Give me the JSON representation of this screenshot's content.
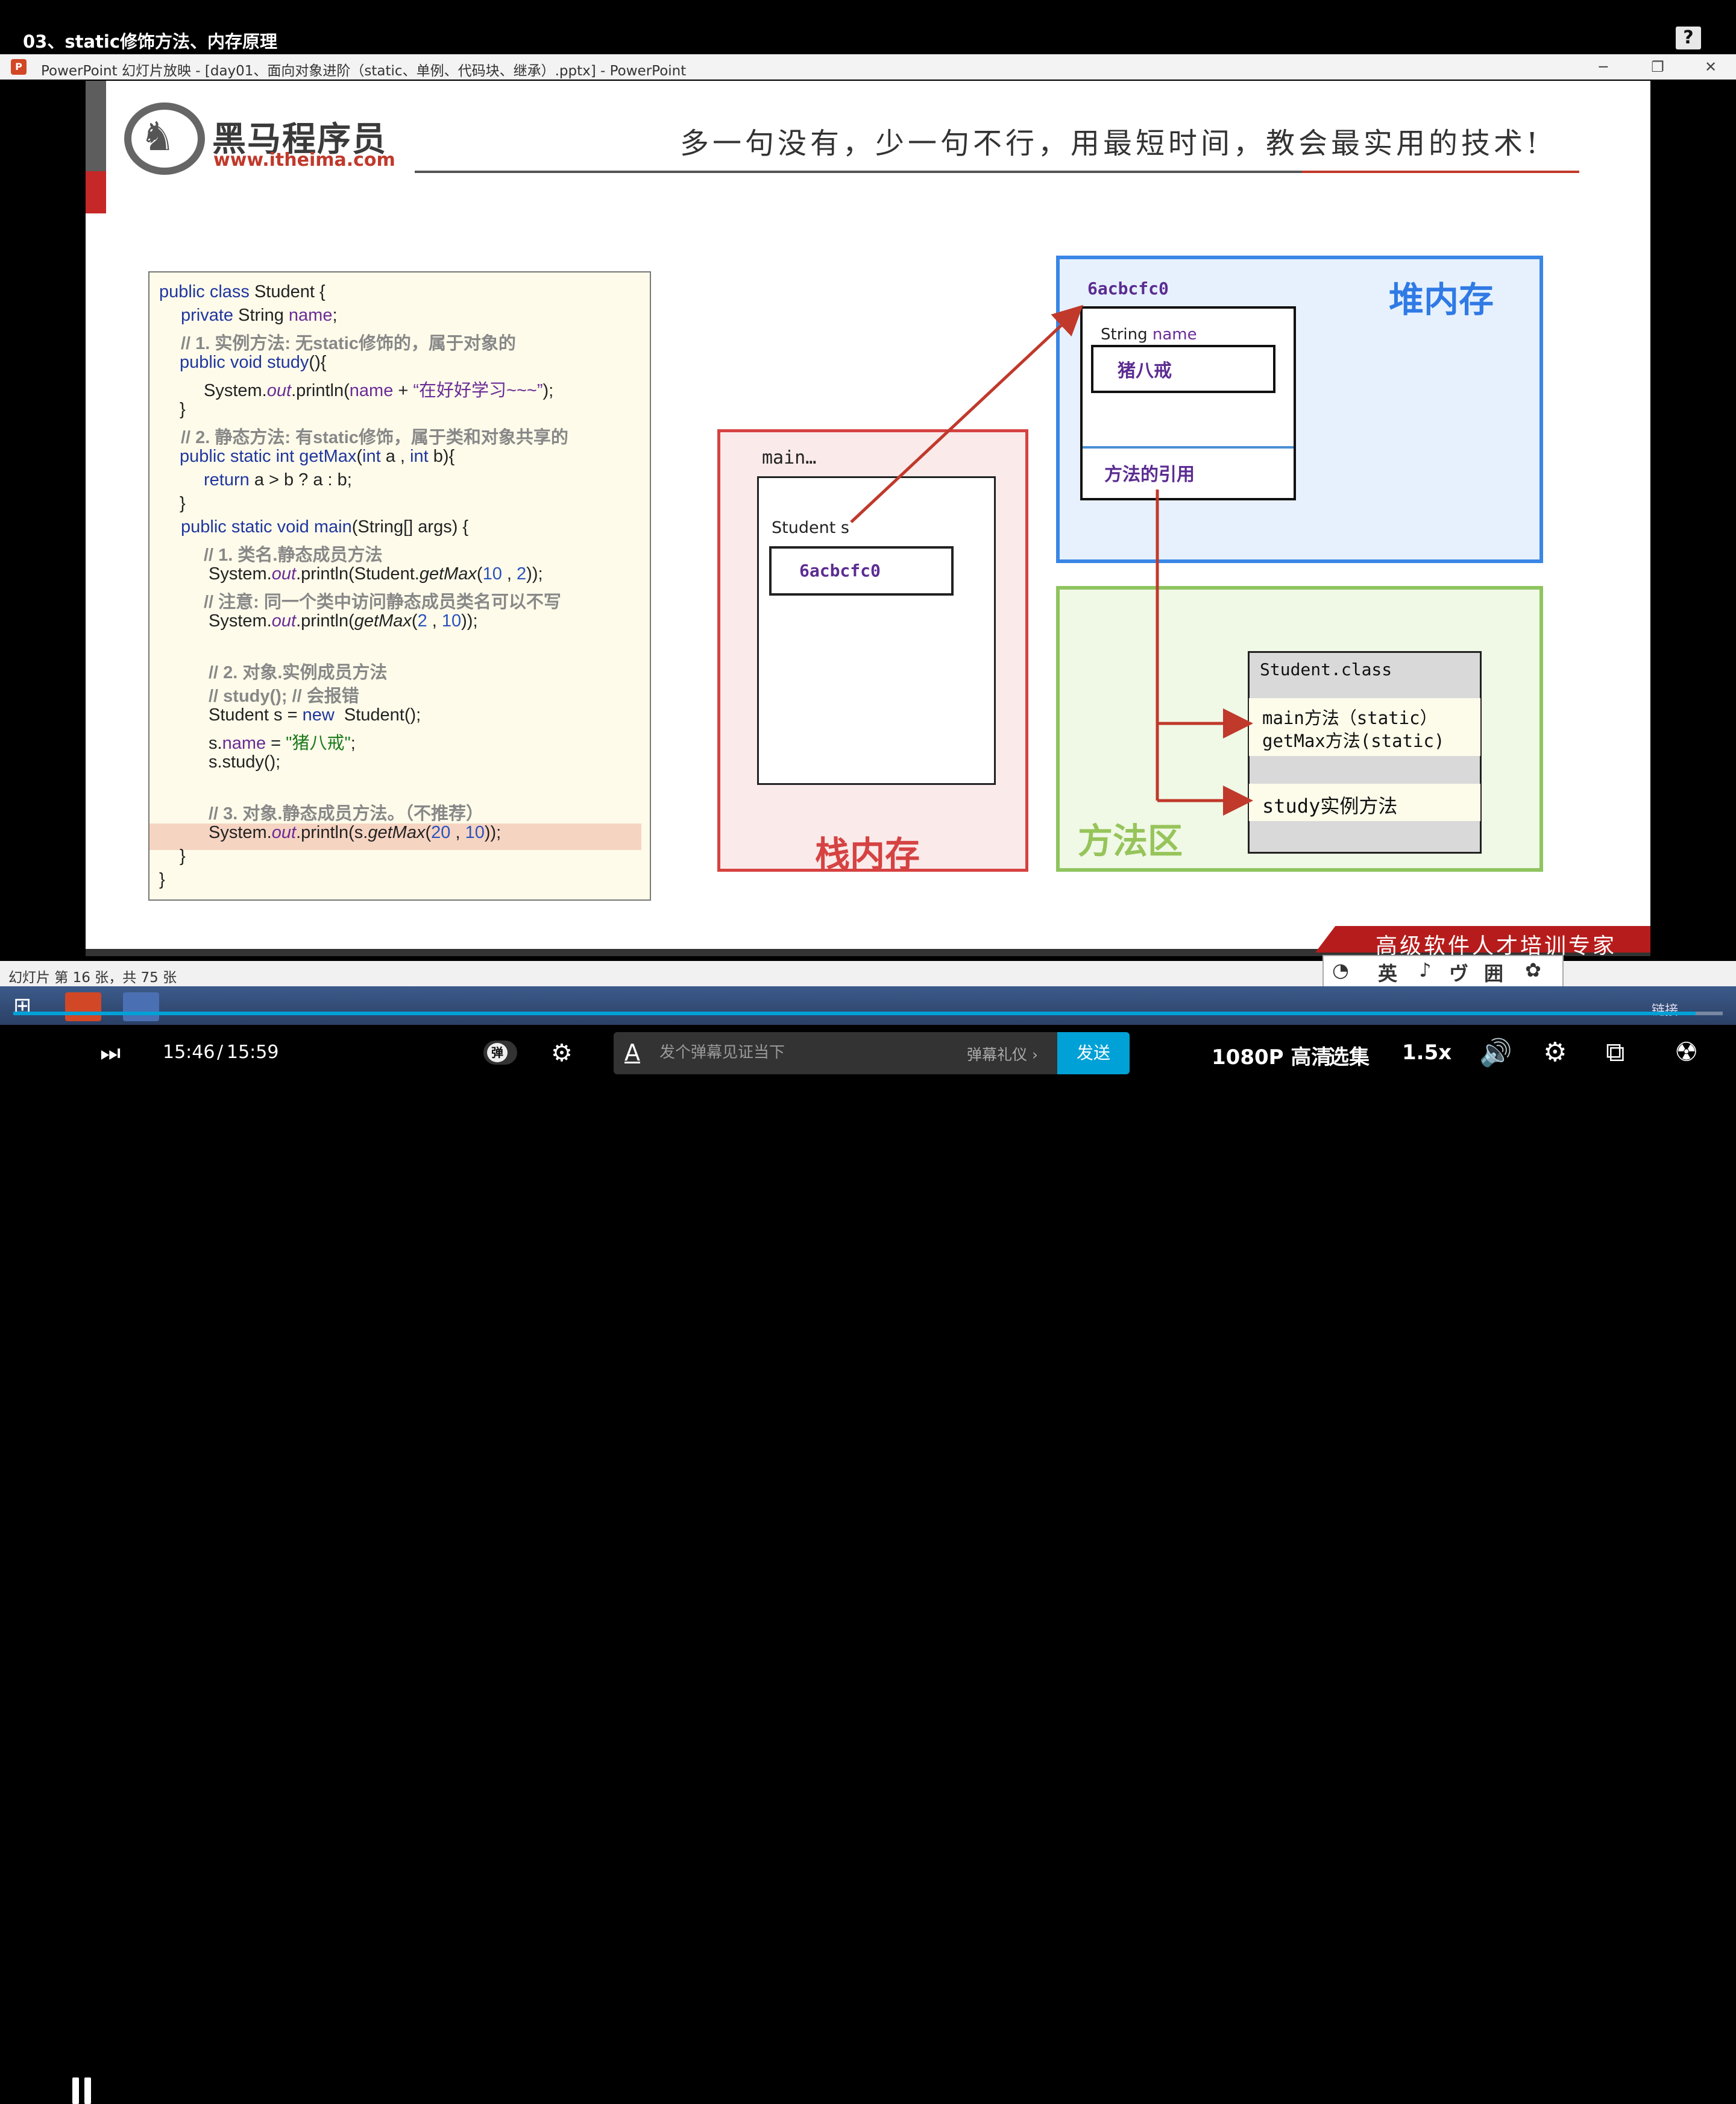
{
  "video": {
    "title": "03、static修饰方法、内存原理",
    "help_icon": "question-icon"
  },
  "window": {
    "title": "PowerPoint 幻灯片放映 - [day01、面向对象进阶（static、单例、代码块、继承）.pptx] - PowerPoint",
    "app_icon_letter": "P",
    "minimize": "─",
    "restore": "❐",
    "close": "✕"
  },
  "slide": {
    "logo_cn": "黑马程序员",
    "logo_url": "www.itheima.com",
    "slogan": "多一句没有，少一句不行，用最短时间，教会最实用的技术!",
    "footer_text": "高级软件人才培训专家",
    "stack": {
      "frame_label": "main…",
      "var_label": "Student s",
      "address": "6acbcfc0",
      "area_label": "栈内存"
    },
    "heap": {
      "area_label": "堆内存",
      "address": "6acbcfc0",
      "field_type": "String",
      "field_name": "name",
      "field_value": "猪八戒",
      "method_ref": "方法的引用"
    },
    "method_area": {
      "area_label": "方法区",
      "class_name": "Student.class",
      "static_method_1": "main方法（static）",
      "static_method_2": "getMax方法(static)",
      "instance_method": "study实例方法"
    }
  },
  "code": {
    "l1a": "public class",
    "l1b": " Student {",
    "l2a": "private",
    "l2b": " String ",
    "l2c": "name",
    "l2d": ";",
    "l3": "// 1. 实例方法: 无static修饰的，属于对象的",
    "l4a": "public void",
    "l4b": " study",
    "l4c": "(){",
    "l5a": "System.",
    "l5b": "out",
    "l5c": ".println(",
    "l5d": "name",
    "l5e": " + ",
    "l5f": "“在好好学习~~~”",
    "l5g": ");",
    "l6": "}",
    "l7": "// 2. 静态方法: 有static修饰，属于类和对象共享的",
    "l8a": "public static int",
    "l8b": " getMax",
    "l8c": "(",
    "l8d": "int",
    "l8e": " a , ",
    "l8f": "int",
    "l8g": " b){",
    "l9a": "return",
    "l9b": " a > b ? a : b;",
    "l10": "}",
    "l11a": "public static void",
    "l11b": " main",
    "l11c": "(String[] args) {",
    "l12": "// 1. 类名.静态成员方法",
    "l13a": "System.",
    "l13b": "out",
    "l13c": ".println(Student.",
    "l13d": "getMax",
    "l13e": "(",
    "l13f": "10",
    "l13g": " , ",
    "l13h": "2",
    "l13i": "));",
    "l14": "// 注意: 同一个类中访问静态成员类名可以不写",
    "l15a": "System.",
    "l15b": "out",
    "l15c": ".println(",
    "l15d": "getMax",
    "l15e": "(",
    "l15f": "2",
    "l15g": " , ",
    "l15h": "10",
    "l15i": "));",
    "l16": "// 2. 对象.实例成员方法",
    "l17": "// study(); // 会报错",
    "l18a": "Student s = ",
    "l18b": "new",
    "l18c": "  Student();",
    "l19a": "s.",
    "l19b": "name",
    "l19c": " = ",
    "l19d": "\"猪八戒\"",
    "l19e": ";",
    "l20": "s.study();",
    "l21": "// 3. 对象.静态成员方法。（不推荐）",
    "l22a": "System.",
    "l22b": "out",
    "l22c": ".println(s.",
    "l22d": "getMax",
    "l22e": "(",
    "l22f": "20",
    "l22g": " , ",
    "l22h": "10",
    "l22i": "));",
    "l23": "}",
    "l24": "}"
  },
  "status": {
    "slide_info": "幻灯片 第 16 张，共 75 张",
    "ime_chars": [
      "英",
      "♪",
      "ヴ",
      "囲",
      "✿"
    ],
    "link_label": "链接"
  },
  "player": {
    "time_current": "15:46",
    "time_sep": "/",
    "time_total": "15:59",
    "progress": 0.984,
    "danmaku_toggle_label": "弹",
    "danmaku_placeholder": "发个弹幕见证当下",
    "danmaku_etiquette": "弹幕礼仪 ›",
    "send_label": "发送",
    "quality": "1080P 高清",
    "episodes": "选集",
    "speed": "1.5x"
  }
}
